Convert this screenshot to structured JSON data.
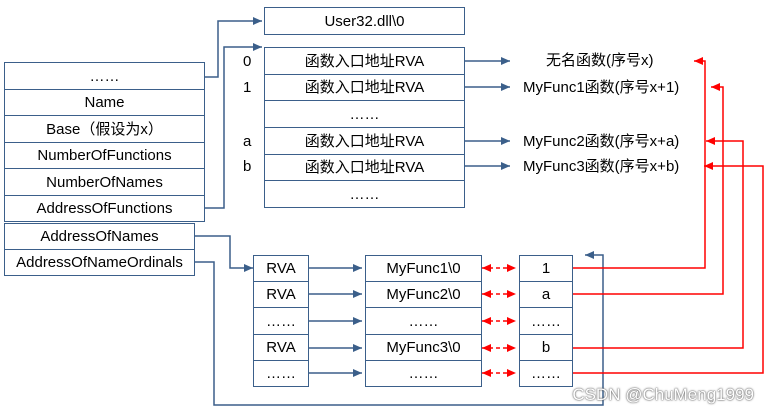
{
  "colors": {
    "box_border": "#3b5f8a",
    "arrow_blue": "#3b5f8a",
    "arrow_red": "#ff0000"
  },
  "header_struct": {
    "rows": [
      "……",
      "Name",
      "Base（假设为x）",
      "NumberOfFunctions",
      "NumberOfNames",
      "AddressOfFunctions",
      "AddressOfNames",
      "AddressOfNameOrdinals"
    ]
  },
  "dll_name": "User32.dll\\0",
  "function_table": {
    "indices": [
      "0",
      "1",
      "",
      "a",
      "b",
      ""
    ],
    "rows": [
      "函数入口地址RVA",
      "函数入口地址RVA",
      "……",
      "函数入口地址RVA",
      "函数入口地址RVA",
      "……"
    ]
  },
  "exports": [
    "无名函数(序号x)",
    "MyFunc1函数(序号x+1)",
    "MyFunc2函数(序号x+a)",
    "MyFunc3函数(序号x+b)"
  ],
  "name_rva_table": [
    "RVA",
    "RVA",
    "……",
    "RVA",
    "……"
  ],
  "name_strings": [
    "MyFunc1\\0",
    "MyFunc2\\0",
    "……",
    "MyFunc3\\0",
    "……"
  ],
  "ordinal_table": [
    "1",
    "a",
    "……",
    "b",
    "……"
  ],
  "watermark": "CSDN @ChuMeng1999"
}
